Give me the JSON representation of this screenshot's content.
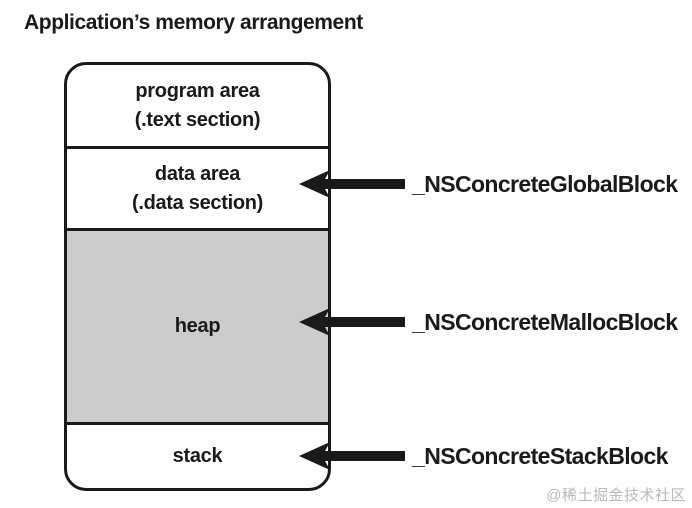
{
  "title": "Application’s memory arrangement",
  "diagram": {
    "sections": [
      {
        "id": "program-area",
        "lines": [
          "program area",
          "(.text section)"
        ],
        "fill": "#ffffff"
      },
      {
        "id": "data-area",
        "lines": [
          "data area",
          "(.data section)"
        ],
        "fill": "#ffffff"
      },
      {
        "id": "heap",
        "lines": [
          "heap"
        ],
        "fill": "#cccccc"
      },
      {
        "id": "stack",
        "lines": [
          "stack"
        ],
        "fill": "#ffffff"
      }
    ],
    "annotations": [
      {
        "label": "_NSConcreteGlobalBlock",
        "target": "data-area"
      },
      {
        "label": "_NSConcreteMallocBlock",
        "target": "heap"
      },
      {
        "label": "_NSConcreteStackBlock",
        "target": "stack"
      }
    ],
    "colors": {
      "line": "#1a1a1a",
      "heap_fill": "#cccccc",
      "background": "#ffffff",
      "watermark_text": "#b9b9b9"
    }
  },
  "watermark": "@稀土掘金技术社区"
}
